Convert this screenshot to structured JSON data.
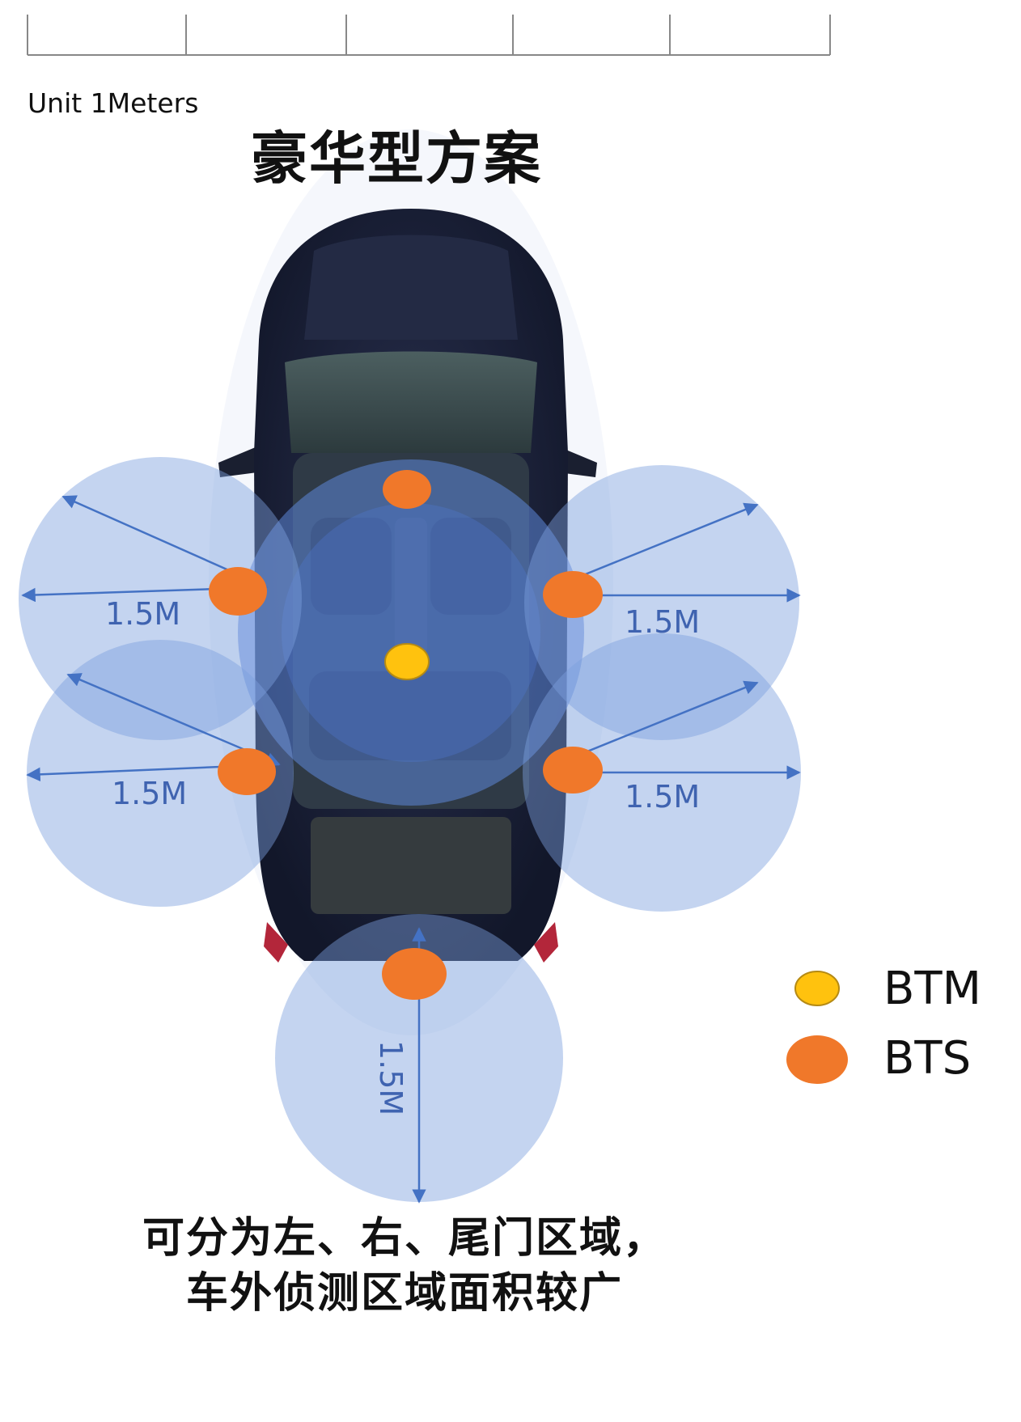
{
  "unit_label": "Unit 1Meters",
  "title": "豪华型方案",
  "caption": {
    "line1": "可分为左、右、尾门区域，",
    "line2": "车外侦测区域面积较广"
  },
  "legend": [
    {
      "label": "BTM",
      "color": "#ffc20e"
    },
    {
      "label": "BTS",
      "color": "#f0782a"
    }
  ],
  "zones": {
    "left_front": "1.5M",
    "right_front": "1.5M",
    "left_rear": "1.5M",
    "right_rear": "1.5M",
    "tailgate": "1.5M"
  },
  "colors": {
    "zone_fill": "#6b8fd6",
    "arrow": "#4472c4",
    "car_body": "#1b2033"
  }
}
